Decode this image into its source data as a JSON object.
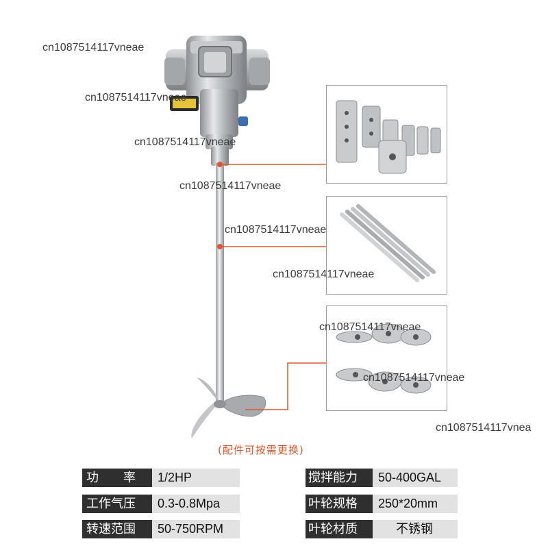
{
  "watermarks": [
    "cn1087514117vneae",
    "cn1087514117vneae",
    "cn1087514117vneae",
    "cn1087514117vneae",
    "cn1087514117vneae",
    "cn1087514117vneae",
    "cn1087514117vneae",
    "cn1087514117vneae",
    "cn1087514117vnea"
  ],
  "caption": "(配件可按需更换)",
  "specs": [
    {
      "label": "功　　率",
      "value": "1/2HP"
    },
    {
      "label": "工作气压",
      "value": "0.3-0.8Mpa"
    },
    {
      "label": "转速范围",
      "value": "50-750RPM"
    },
    {
      "label": "搅拌能力",
      "value": "50-400GAL"
    },
    {
      "label": "叶轮规格",
      "value": "250*20mm"
    },
    {
      "label": "叶轮材质",
      "value": "不锈钢"
    }
  ],
  "colors": {
    "accent_lines": "#e0552a",
    "label_bg": "#2f2f2f",
    "value_bg": "#e2e2e2",
    "metal": "#b9bcbf"
  }
}
